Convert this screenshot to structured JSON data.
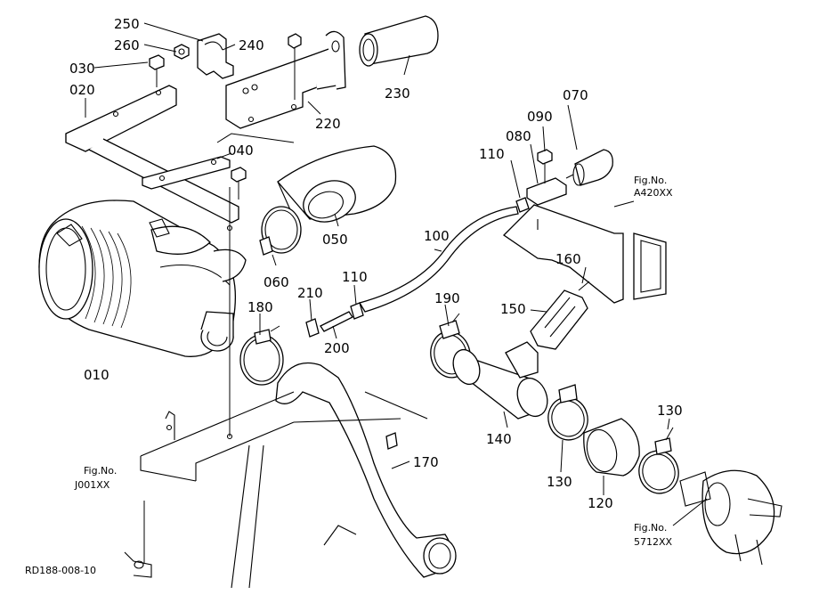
{
  "callouts": [
    {
      "id": "250",
      "text": "250"
    },
    {
      "id": "260",
      "text": "260"
    },
    {
      "id": "240",
      "text": "240"
    },
    {
      "id": "030",
      "text": "030"
    },
    {
      "id": "020",
      "text": "020"
    },
    {
      "id": "230",
      "text": "230"
    },
    {
      "id": "220",
      "text": "220"
    },
    {
      "id": "040",
      "text": "040"
    },
    {
      "id": "050",
      "text": "050"
    },
    {
      "id": "070",
      "text": "070"
    },
    {
      "id": "090",
      "text": "090"
    },
    {
      "id": "080",
      "text": "080"
    },
    {
      "id": "110a",
      "text": "110"
    },
    {
      "id": "100",
      "text": "100"
    },
    {
      "id": "060",
      "text": "060"
    },
    {
      "id": "210",
      "text": "210"
    },
    {
      "id": "110b",
      "text": "110"
    },
    {
      "id": "160",
      "text": "160"
    },
    {
      "id": "190",
      "text": "190"
    },
    {
      "id": "150",
      "text": "150"
    },
    {
      "id": "180",
      "text": "180"
    },
    {
      "id": "200",
      "text": "200"
    },
    {
      "id": "010",
      "text": "010"
    },
    {
      "id": "140",
      "text": "140"
    },
    {
      "id": "130a",
      "text": "130"
    },
    {
      "id": "130b",
      "text": "130"
    },
    {
      "id": "170",
      "text": "170"
    },
    {
      "id": "120",
      "text": "120"
    }
  ],
  "fig_refs": {
    "a420": {
      "line1": "Fig.No.",
      "line2": "A420XX"
    },
    "j001": {
      "line1": "Fig.No.",
      "line2": "J001XX"
    },
    "s712": {
      "line1": "Fig.No.",
      "line2": "5712XX"
    }
  },
  "drawing_code": "RD188-008-10"
}
